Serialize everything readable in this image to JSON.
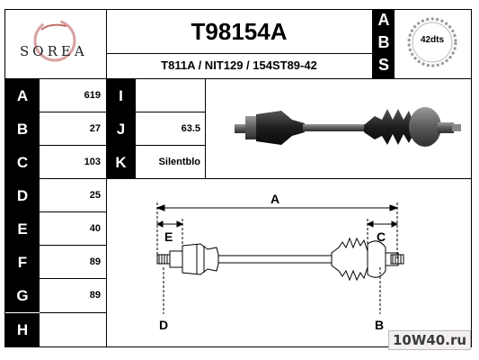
{
  "logo": {
    "text": "SOREA"
  },
  "header": {
    "reference": "T98154A",
    "sub_reference": "T811A / NIT129 / 154ST89-42"
  },
  "abs": {
    "letters": [
      "A",
      "B",
      "S"
    ],
    "badge": "42dts"
  },
  "specs_left": [
    {
      "letter": "A",
      "value": "619"
    },
    {
      "letter": "B",
      "value": "27"
    },
    {
      "letter": "C",
      "value": "103"
    },
    {
      "letter": "D",
      "value": "25"
    },
    {
      "letter": "E",
      "value": "40"
    },
    {
      "letter": "F",
      "value": "89"
    },
    {
      "letter": "G",
      "value": "89"
    },
    {
      "letter": "H",
      "value": ""
    }
  ],
  "specs_right": [
    {
      "letter": "I",
      "value": ""
    },
    {
      "letter": "J",
      "value": "63.5"
    },
    {
      "letter": "K",
      "value": "Silentblo"
    }
  ],
  "diagram": {
    "label_a": "A",
    "label_b": "B",
    "label_c": "C",
    "label_d": "D",
    "label_e": "E"
  },
  "watermark": {
    "text": "10W40.ru"
  }
}
